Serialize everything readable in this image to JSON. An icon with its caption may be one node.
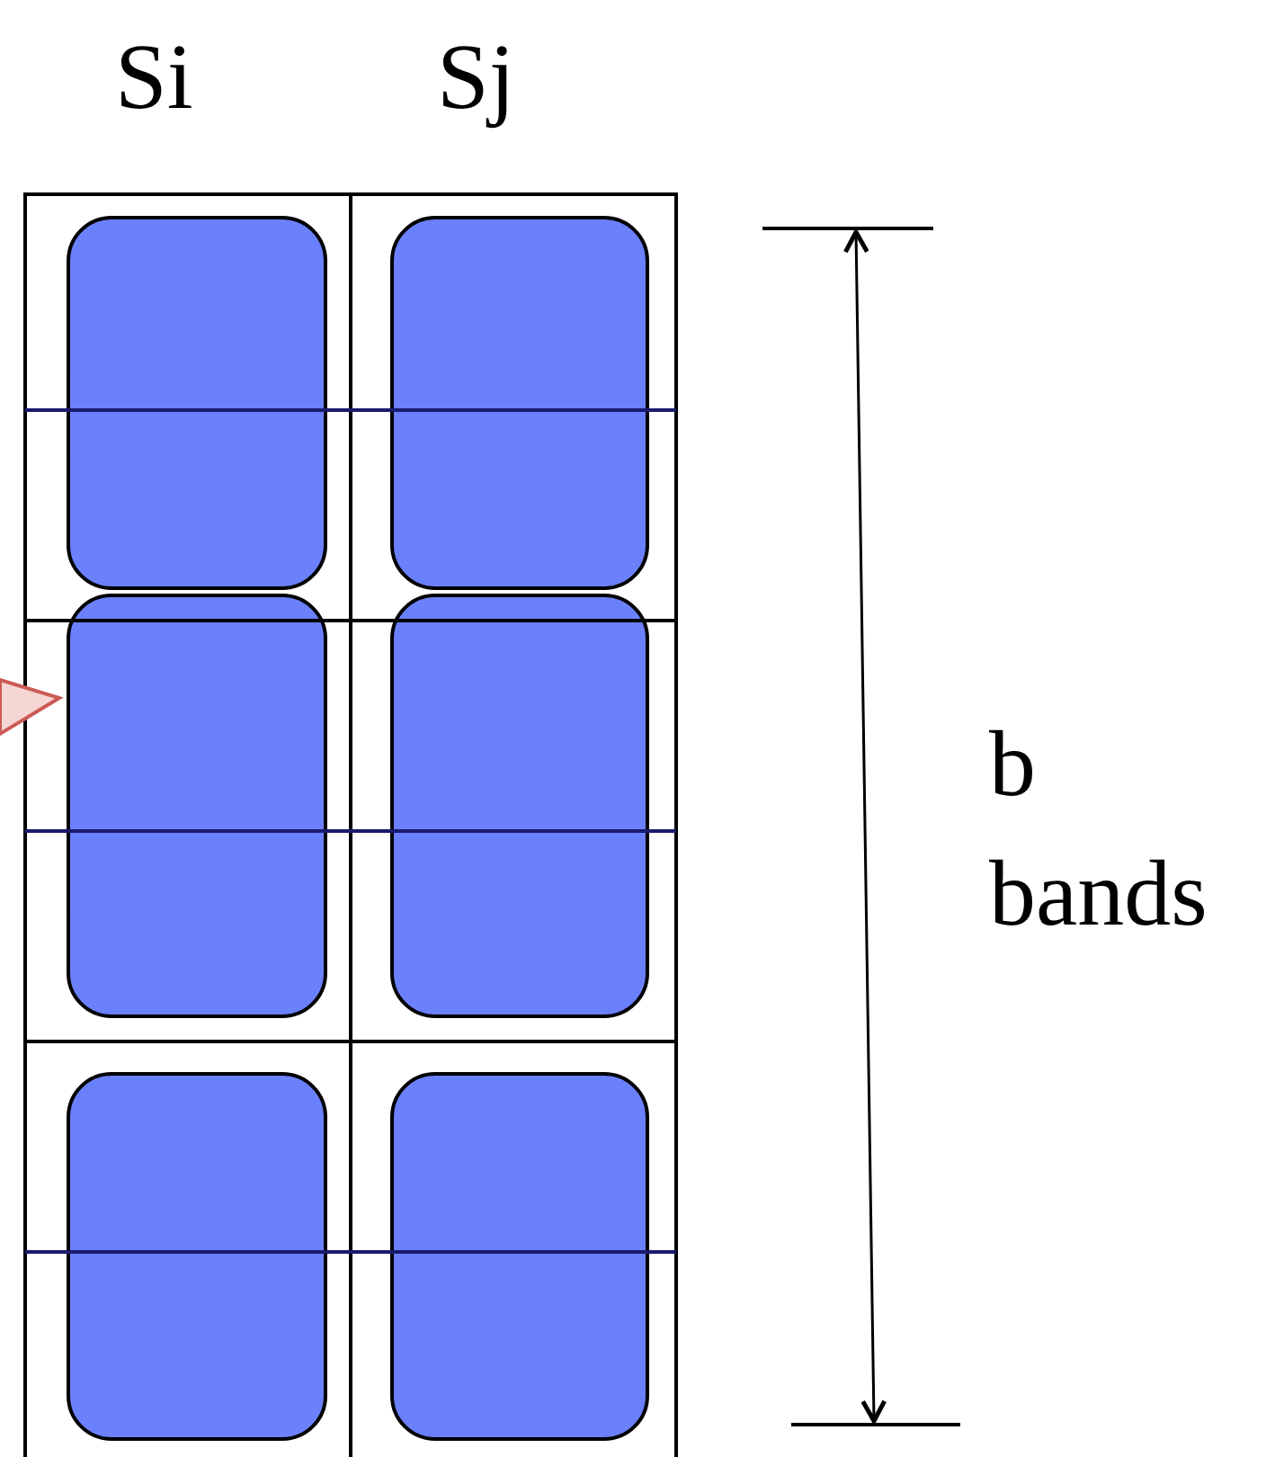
{
  "diagram": {
    "labels": [
      "Si",
      "Sj",
      "b bands"
    ]
  }
}
